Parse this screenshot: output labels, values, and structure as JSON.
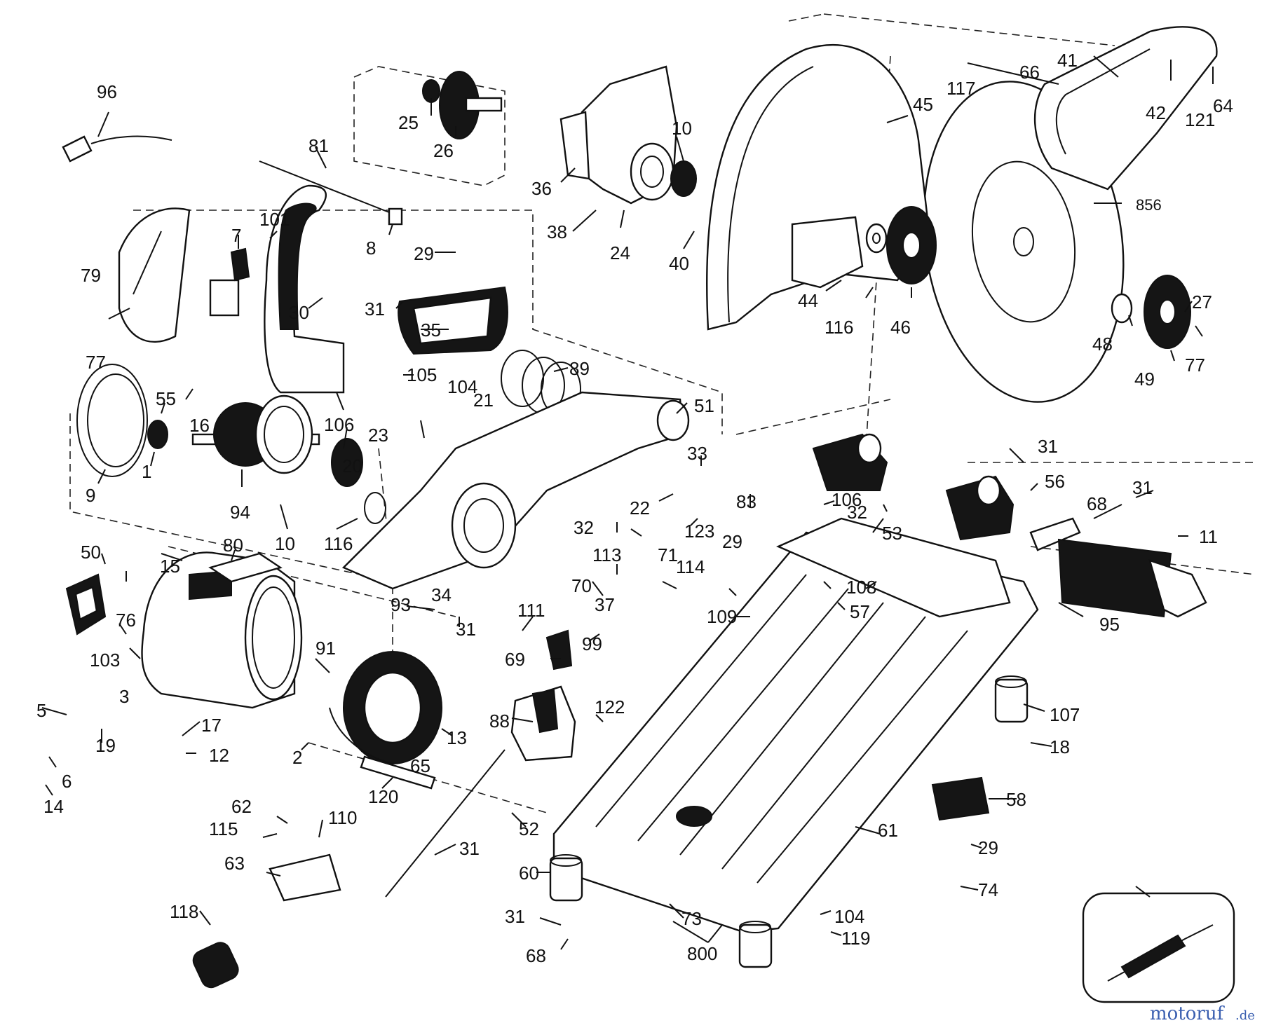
{
  "diagram": {
    "part_numbers": [
      "96",
      "25",
      "26",
      "10",
      "45",
      "117",
      "66",
      "41",
      "42",
      "121",
      "64",
      "36",
      "81",
      "38",
      "24",
      "40",
      "856",
      "79",
      "101",
      "7",
      "8",
      "29",
      "44",
      "116",
      "46",
      "27",
      "48",
      "49",
      "77",
      "77",
      "30",
      "31",
      "35",
      "89",
      "105",
      "104",
      "21",
      "51",
      "55",
      "16",
      "9",
      "1",
      "94",
      "10",
      "20",
      "116",
      "106",
      "23",
      "33",
      "22",
      "123",
      "83",
      "106",
      "53",
      "32",
      "31",
      "56",
      "68",
      "31",
      "11",
      "80",
      "50",
      "15",
      "76",
      "103",
      "32",
      "113",
      "71",
      "114",
      "70",
      "37",
      "93",
      "34",
      "111",
      "31",
      "29",
      "109",
      "108",
      "57",
      "95",
      "91",
      "69",
      "99",
      "3",
      "5",
      "19",
      "17",
      "12",
      "2",
      "13",
      "65",
      "88",
      "122",
      "107",
      "18",
      "6",
      "14",
      "120",
      "62",
      "110",
      "115",
      "52",
      "58",
      "61",
      "63",
      "31",
      "29",
      "74",
      "60",
      "118",
      "31",
      "73",
      "104",
      "119",
      "68",
      "800"
    ],
    "watermark": {
      "brand": "motoruf",
      "suffix": ".de"
    }
  }
}
